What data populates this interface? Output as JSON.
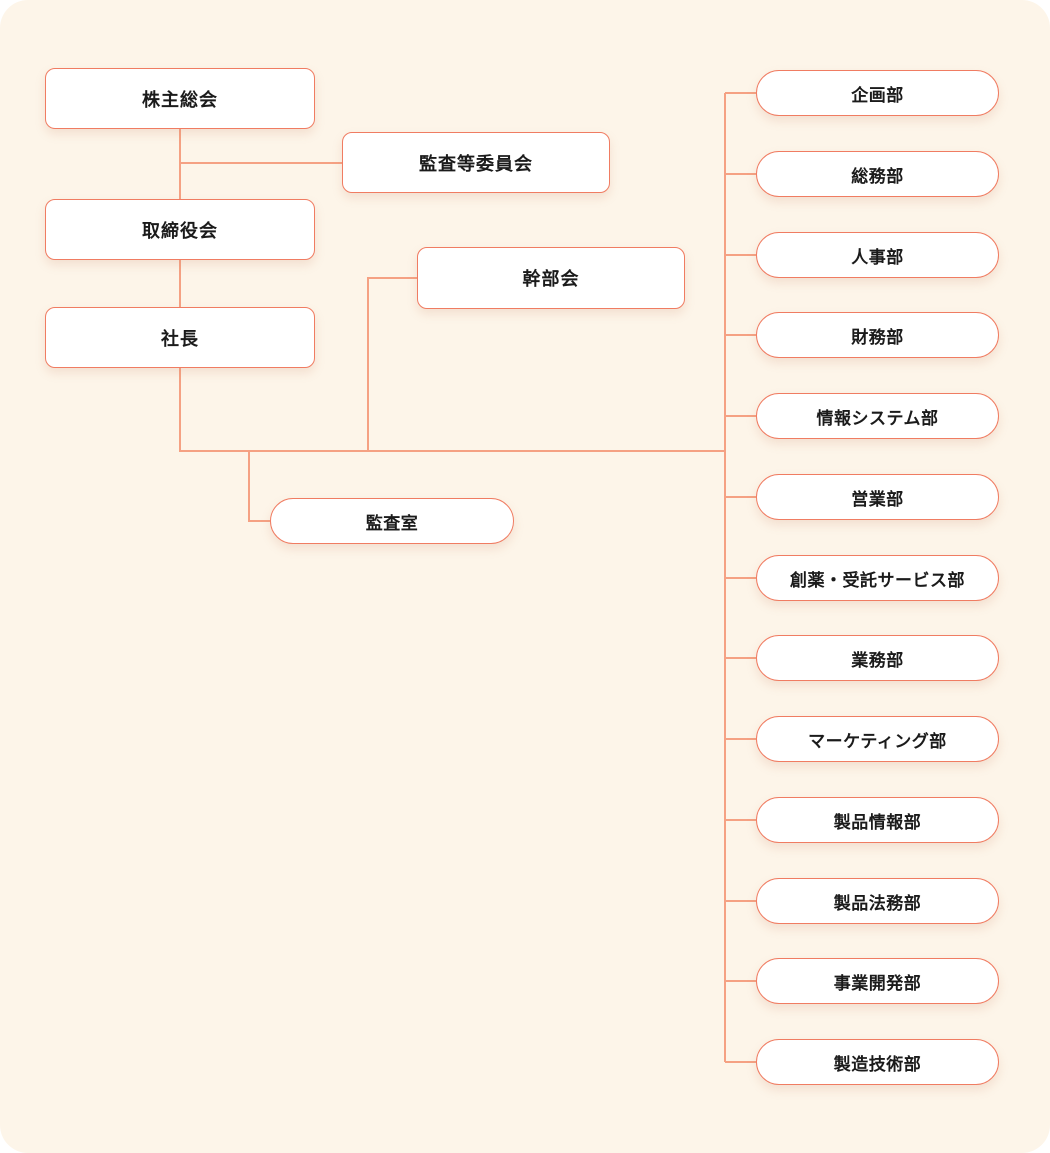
{
  "colors": {
    "background_panel": "#FDF5E9",
    "node_fill": "#FFFFFF",
    "node_border": "#F07C62",
    "connector_line": "#F5A183",
    "text": "#1B1B1B"
  },
  "nodes": {
    "shareholders_meeting": {
      "label": "株主総会"
    },
    "audit_committee": {
      "label": "監査等委員会"
    },
    "board_of_directors": {
      "label": "取締役会"
    },
    "executive_committee": {
      "label": "幹部会"
    },
    "president": {
      "label": "社長"
    },
    "audit_office": {
      "label": "監査室"
    }
  },
  "departments": [
    {
      "label": "企画部"
    },
    {
      "label": "総務部"
    },
    {
      "label": "人事部"
    },
    {
      "label": "財務部"
    },
    {
      "label": "情報システム部"
    },
    {
      "label": "営業部"
    },
    {
      "label": "創薬・受託サービス部"
    },
    {
      "label": "業務部"
    },
    {
      "label": "マーケティング部"
    },
    {
      "label": "製品情報部"
    },
    {
      "label": "製品法務部"
    },
    {
      "label": "事業開発部"
    },
    {
      "label": "製造技術部"
    }
  ]
}
